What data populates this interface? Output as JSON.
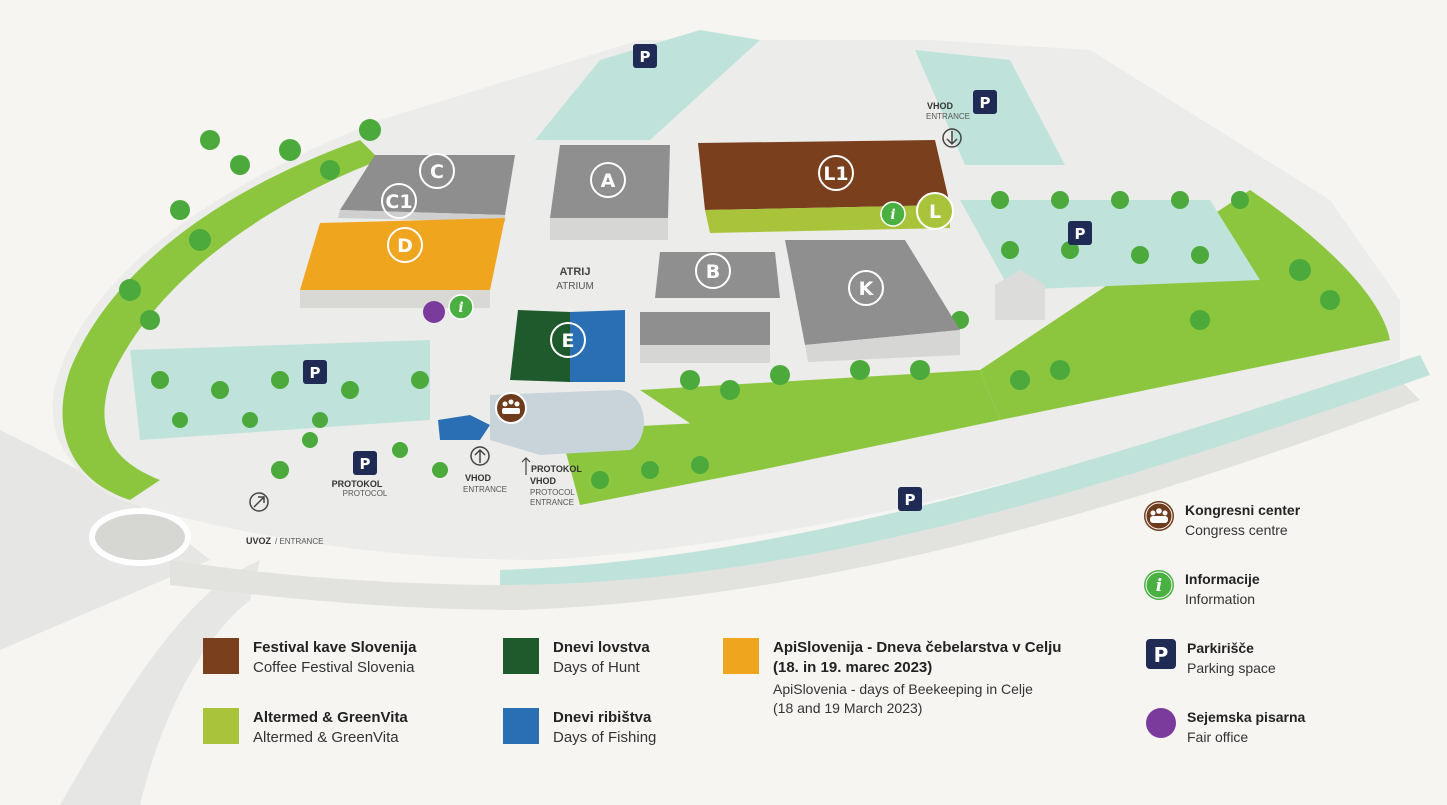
{
  "map": {
    "halls": {
      "A": "A",
      "B": "B",
      "C": "C",
      "C1": "C1",
      "D": "D",
      "E": "E",
      "K": "K",
      "L": "L",
      "L1": "L1"
    },
    "atrium": {
      "label": "ATRIJ",
      "sub": "ATRIUM"
    },
    "parking_letter": "P",
    "info_letter": "i",
    "entrances": {
      "top_right": {
        "label": "VHOD",
        "sub": "ENTRANCE"
      },
      "main": {
        "label": "VHOD",
        "sub": "ENTRANCE"
      },
      "protocol_parking": {
        "label": "PROTOKOL",
        "sub": "PROTOCOL"
      },
      "protocol_entrance": {
        "label1": "PROTOKOL",
        "label2": "VHOD",
        "sub1": "PROTOCOL",
        "sub2": "ENTRANCE"
      },
      "drive_in": {
        "label": "UVOZ",
        "sub": "/ ENTRANCE"
      }
    }
  },
  "legend": [
    {
      "title": "Festival kave Slovenija",
      "subtitle": "Coffee Festival Slovenia",
      "color": "#7a3f1d"
    },
    {
      "title": "Altermed & GreenVita",
      "subtitle": "Altermed & GreenVita",
      "color": "#a9c43a"
    },
    {
      "title": "Dnevi lovstva",
      "subtitle": "Days of Hunt",
      "color": "#1f5a2c"
    },
    {
      "title": "Dnevi ribištva",
      "subtitle": "Days of Fishing",
      "color": "#2a6fb4"
    },
    {
      "title": "ApiSlovenija - Dneva čebelarstva v Celju",
      "title2": "(18. in 19. marec 2023)",
      "subtitle": "ApiSlovenia - days of Beekeeping in Celje",
      "subtitle2": "(18 and 19 March 2023)",
      "color": "#f0a51e"
    }
  ],
  "key": [
    {
      "title": "Kongresni center",
      "subtitle": "Congress centre",
      "icon": "congress-icon",
      "color": "#6e3b1c"
    },
    {
      "title": "Informacije",
      "subtitle": "Information",
      "icon": "info-icon",
      "color": "#4bb042"
    },
    {
      "title": "Parkirišče",
      "subtitle": "Parking space",
      "icon": "parking-icon",
      "color": "#1f2a55"
    },
    {
      "title": "Sejemska pisarna",
      "subtitle": "Fair office",
      "icon": "fair-office-icon",
      "color": "#7a3b9c"
    }
  ]
}
